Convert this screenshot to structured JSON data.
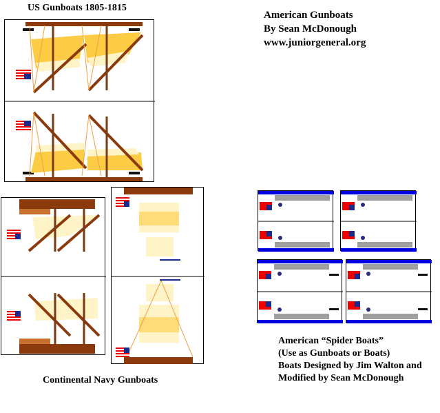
{
  "us_gunboats": {
    "title": "US Gunboats    1805-1815",
    "flag": "us-flag"
  },
  "credits": {
    "line1": "American Gunboats",
    "line2": "By Sean McDonough",
    "line3": "www.juniorgeneral.org"
  },
  "continental": {
    "title": "Continental Navy Gunboats",
    "flag": "grand-union-flag"
  },
  "spider_boats": {
    "line1": "American “Spider Boats”",
    "line2": "(Use as Gunboats or Boats)",
    "line3": "Boats Designed by Jim Walton and",
    "line4": "Modified by Sean McDonough",
    "sheets": [
      {
        "flag": "grand-union-flag",
        "gun": false
      },
      {
        "flag": "us-flag",
        "gun": false
      },
      {
        "flag": "grand-union-flag",
        "gun": true
      },
      {
        "flag": "us-flag",
        "gun": true
      }
    ]
  },
  "colors": {
    "hull": "#8b3a0e",
    "mast": "#7a3a12",
    "sail_gold": "#fccc44",
    "sail_pale": "#fff4c8",
    "rigging": "#f0a040",
    "water_blue": "#0000e0",
    "boat_gray": "#a0a0a0"
  }
}
